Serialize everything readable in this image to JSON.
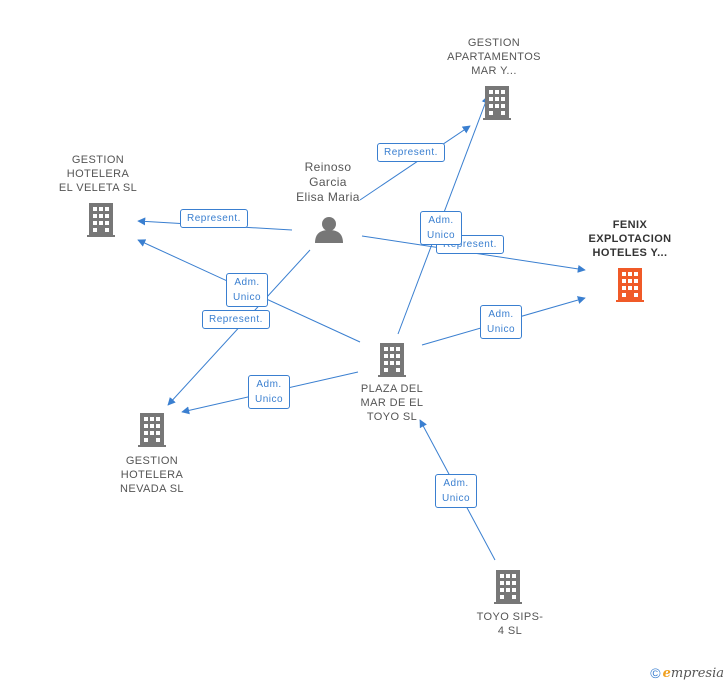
{
  "colors": {
    "edge": "#3a7fd0",
    "building": "#777777",
    "building_main": "#f05a28",
    "person": "#777777"
  },
  "nodes": {
    "gestion_apartamentos": {
      "label": "GESTION\nAPARTAMENTOS\nMAR Y...",
      "icon": "building-icon"
    },
    "gestion_veleta": {
      "label": "GESTION\nHOTELERA\nEL VELETA  SL",
      "icon": "building-icon"
    },
    "reinoso": {
      "label": "Reinoso\nGarcia\nElisa Maria",
      "icon": "person-icon"
    },
    "fenix": {
      "label": "FENIX\nEXPLOTACION\nHOTELES Y...",
      "icon": "building-icon"
    },
    "plaza": {
      "label": "PLAZA DEL\nMAR DE EL\nTOYO  SL",
      "icon": "building-icon"
    },
    "gestion_nevada": {
      "label": "GESTION\nHOTELERA\nNEVADA  SL",
      "icon": "building-icon"
    },
    "toyo_sips": {
      "label": "TOYO SIPS-\n4 SL",
      "icon": "building-icon"
    }
  },
  "edges": {
    "rep_apartamentos": "Represent.",
    "rep_veleta": "Represent.",
    "adm_plaza_apartamentos": "Adm.\nUnico",
    "rep_fenix": "Represent.",
    "adm_plaza_veleta": "Adm.\nUnico",
    "rep_nevada": "Represent.",
    "adm_plaza_fenix": "Adm.\nUnico",
    "adm_plaza_nevada": "Adm.\nUnico",
    "adm_toyo_plaza": "Adm.\nUnico"
  },
  "footer": {
    "copyright": "©",
    "brand_initial": "e",
    "brand_rest": "mpresia"
  }
}
